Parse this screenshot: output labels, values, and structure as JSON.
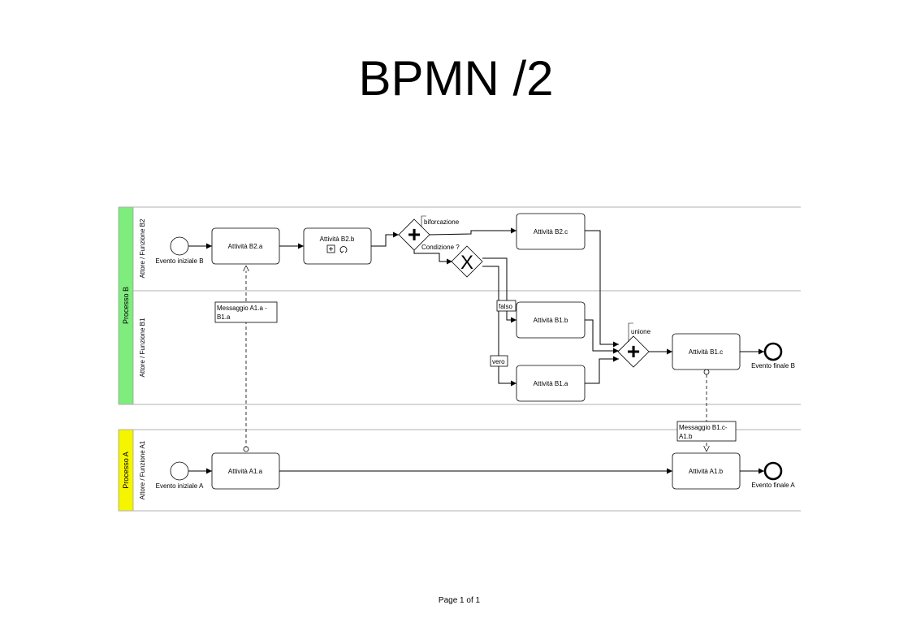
{
  "page": {
    "title": "BPMN /2",
    "footer": "Page 1 of 1"
  },
  "colors": {
    "pool_b": "#7eed7e",
    "pool_a": "#f5f500",
    "line": "#000000",
    "lane_border": "#b0b0b0"
  },
  "pools": {
    "b": {
      "label": "Processo B"
    },
    "a": {
      "label": "Processo A"
    }
  },
  "lanes": {
    "b2": {
      "label": "Attore / Funzione B2"
    },
    "b1": {
      "label": "Attore / Funzione B1"
    },
    "a1": {
      "label": "Attore / Funzione A1"
    }
  },
  "events": {
    "start_b": {
      "label": "Evento iniziale B"
    },
    "end_b": {
      "label": "Evento finale B"
    },
    "start_a": {
      "label": "Evento iniziale A"
    },
    "end_a": {
      "label": "Evento finale A"
    }
  },
  "tasks": {
    "b2a": {
      "label": "Attività B2.a"
    },
    "b2b": {
      "label": "Attività B2.b"
    },
    "b2c": {
      "label": "Attività B2.c"
    },
    "b1b": {
      "label": "Attività B1.b"
    },
    "b1a": {
      "label": "Attività B1.a"
    },
    "b1c": {
      "label": "Attività B1.c"
    },
    "a1a": {
      "label": "Attività A1.a"
    },
    "a1b": {
      "label": "Attività A1.b"
    }
  },
  "gateways": {
    "fork": {
      "label": "biforcazione",
      "symbol": "+"
    },
    "condition": {
      "label": "Condizione ?",
      "symbol": "X"
    },
    "join": {
      "label": "unione",
      "symbol": "+"
    }
  },
  "flow_labels": {
    "false": "falso",
    "true": "vero"
  },
  "messages": {
    "a1a_b1a": {
      "line1": "Messaggio A1.a -",
      "line2": "B1.a"
    },
    "b1c_a1b": {
      "line1": "Messaggio B1.c-",
      "line2": "A1.b"
    }
  }
}
